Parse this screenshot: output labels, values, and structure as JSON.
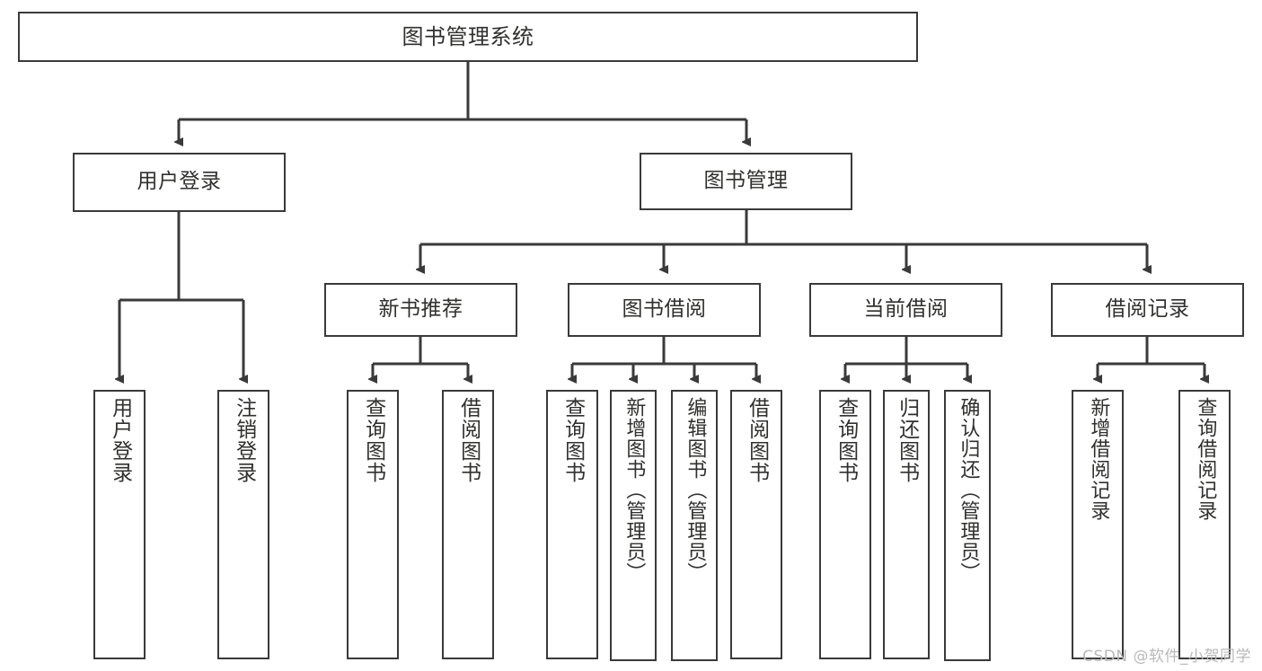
{
  "diagram": {
    "title": "图书管理系统",
    "type": "tree-hierarchy",
    "watermark": "CSDN @软件_小贺同学",
    "colors": {
      "background": "#ffffff",
      "border": "#3a3a3a",
      "edge": "#3a3a3a",
      "text": "#30302f",
      "watermark": "#b9b9b9"
    },
    "root": {
      "label": "图书管理系统"
    },
    "level2": [
      {
        "label": "用户登录"
      },
      {
        "label": "图书管理"
      }
    ],
    "level3": [
      {
        "label": "新书推荐"
      },
      {
        "label": "图书借阅"
      },
      {
        "label": "当前借阅"
      },
      {
        "label": "借阅记录"
      }
    ],
    "leaves": {
      "user_login": [
        {
          "label": "用户登录"
        },
        {
          "label": "注销登录"
        }
      ],
      "new_book_recommend": [
        {
          "label": "查询图书"
        },
        {
          "label": "借阅图书"
        }
      ],
      "book_borrow": [
        {
          "label": "查询图书"
        },
        {
          "label": "新增图书（管理员）"
        },
        {
          "label": "编辑图书（管理员）"
        },
        {
          "label": "借阅图书"
        }
      ],
      "current_borrow": [
        {
          "label": "查询图书"
        },
        {
          "label": "归还图书"
        },
        {
          "label": "确认归还（管理员）"
        }
      ],
      "borrow_record": [
        {
          "label": "新增借阅记录"
        },
        {
          "label": "查询借阅记录"
        }
      ]
    }
  }
}
